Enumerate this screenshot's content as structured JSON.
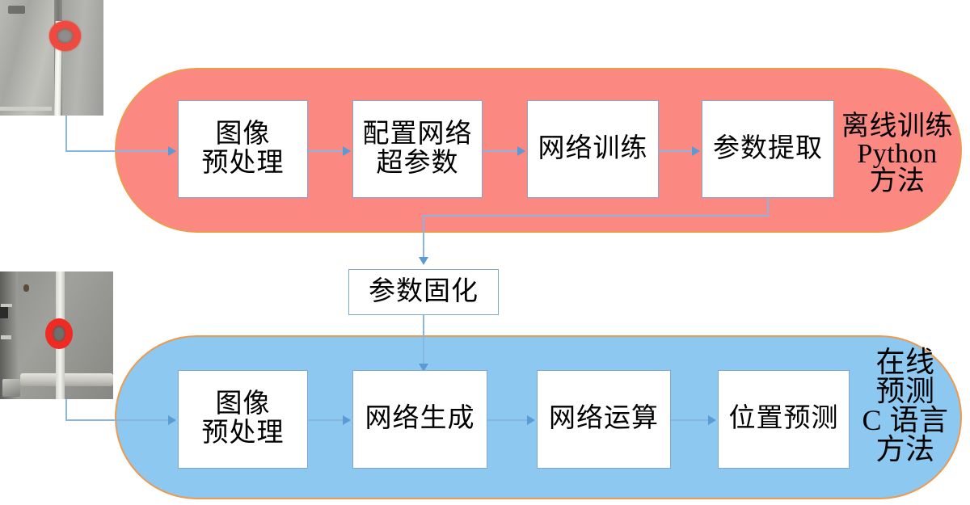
{
  "diagram": {
    "title_text": "",
    "colors": {
      "offline_fill": "#FB8982",
      "online_fill": "#8CC8F0",
      "pill_border": "#ED9A4F",
      "box_border": "#7FA7D4",
      "connector": "#8AB4E2",
      "arrow": "#5B9BD5",
      "box_fill": "#FFFFFF",
      "text": "#000000"
    },
    "photos": [
      {
        "name": "input-sample-offline",
        "alt": "metal panel with red ring marker and white strap"
      },
      {
        "name": "input-sample-online",
        "alt": "wall scene with vertical post, red ring marker and pipe"
      }
    ],
    "offline_stage": {
      "caption_lines": [
        "离线训练",
        "Python",
        "方法"
      ],
      "boxes": [
        {
          "id": "image-preprocess-offline",
          "lines": [
            "图像",
            "预处理"
          ]
        },
        {
          "id": "configure-network-hyperparams",
          "lines": [
            "配置网络",
            "超参数"
          ]
        },
        {
          "id": "network-training",
          "lines": [
            "网络训练"
          ]
        },
        {
          "id": "parameter-extraction",
          "lines": [
            "参数提取"
          ]
        }
      ]
    },
    "bridge": {
      "boxes": [
        {
          "id": "parameter-solidification",
          "lines": [
            "参数固化"
          ]
        }
      ]
    },
    "online_stage": {
      "caption_lines": [
        "在线",
        "预测",
        "C 语言",
        "方法"
      ],
      "boxes": [
        {
          "id": "image-preprocess-online",
          "lines": [
            "图像",
            "预处理"
          ]
        },
        {
          "id": "network-generation",
          "lines": [
            "网络生成"
          ]
        },
        {
          "id": "network-computation",
          "lines": [
            "网络运算"
          ]
        },
        {
          "id": "position-prediction",
          "lines": [
            "位置预测"
          ]
        }
      ]
    }
  }
}
